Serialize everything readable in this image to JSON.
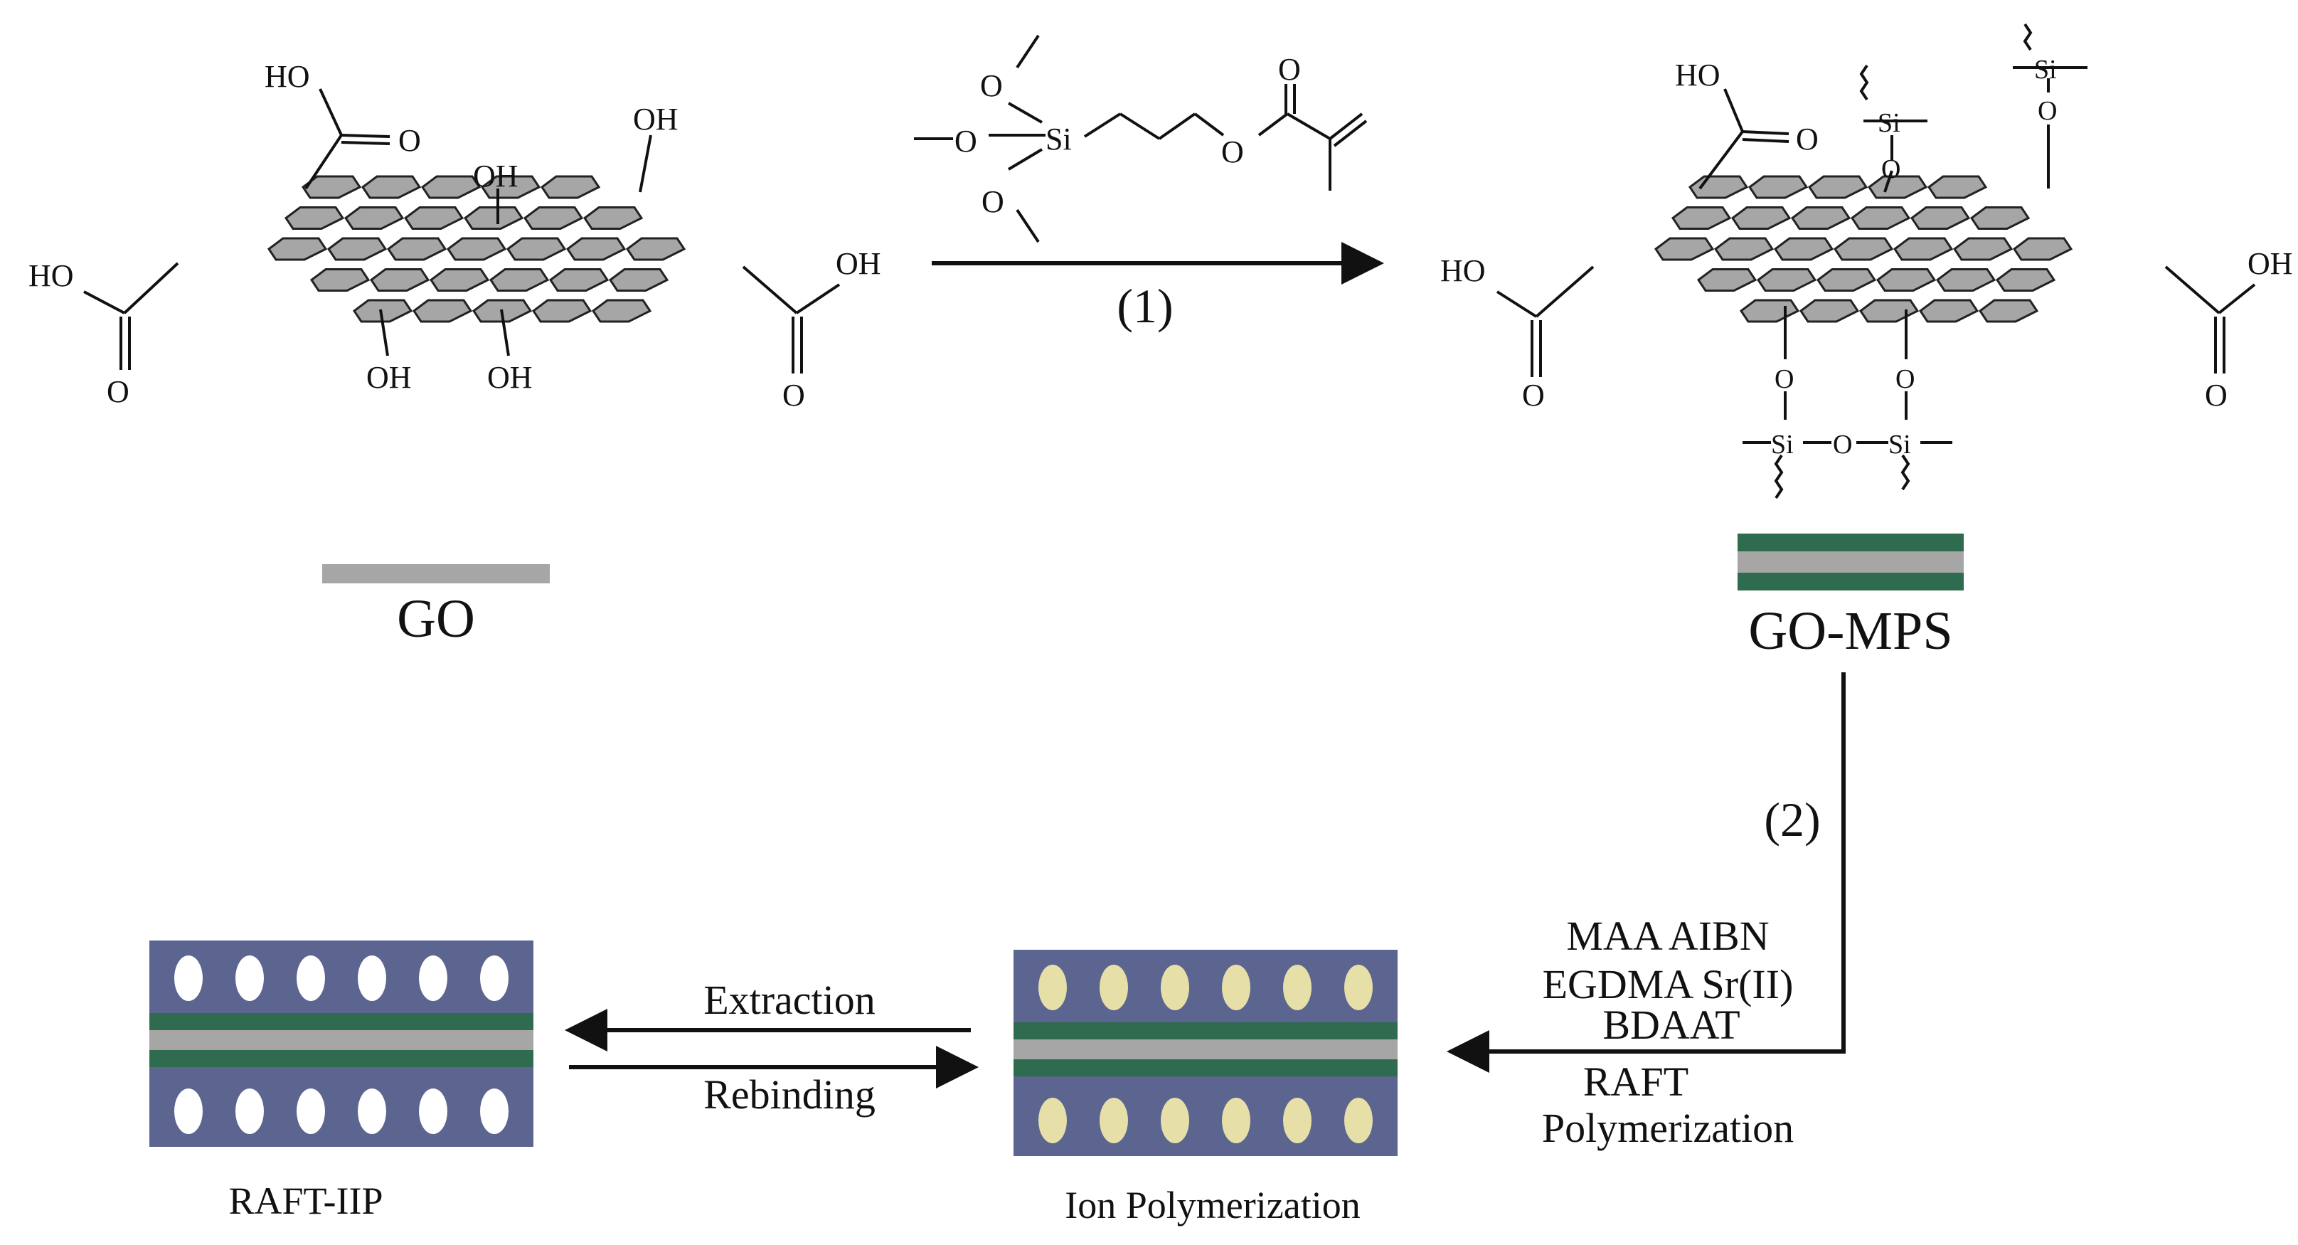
{
  "reagent_structure": {
    "atoms": [
      "O",
      "O",
      "Si",
      "O",
      "O",
      "O"
    ]
  },
  "step1": {
    "label": "(1)"
  },
  "step2": {
    "label": "(2)"
  },
  "go": {
    "groups": [
      "HO",
      "O",
      "OH",
      "OH",
      "HO",
      "O",
      "OH",
      "O",
      "OH",
      "OH"
    ],
    "caption": "GO"
  },
  "gomps": {
    "groups": [
      "HO",
      "O",
      "HO",
      "O",
      "OH",
      "O"
    ],
    "silane_atoms": [
      "Si",
      "O",
      "Si",
      "O",
      "O",
      "O",
      "Si",
      "O",
      "Si"
    ],
    "caption": "GO-MPS"
  },
  "reagents": {
    "line1": "MAA AIBN",
    "line2": "EGDMA Sr(II)",
    "line3": "BDAAT",
    "method_line1": "RAFT",
    "method_line2": "Polymerization"
  },
  "equilibrium": {
    "forward": "Extraction",
    "reverse": "Rebinding"
  },
  "blocks": {
    "left_caption": "RAFT-IIP",
    "right_caption": "Ion Polymerization"
  },
  "colors": {
    "sheet_fill": "#a6a6a6",
    "go_bar": "#a6a6a6",
    "green_layer": "#2e6b4f",
    "polymer_blue": "#5c6490",
    "template_ion": "#e6e0a8",
    "cavity": "#ffffff"
  }
}
